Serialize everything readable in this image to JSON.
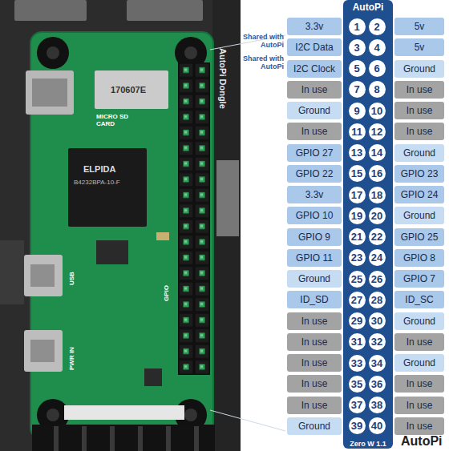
{
  "diagram": {
    "nodes": [
      {
        "text": [
          "AutoPi",
          "Zero W 1.1"
        ]
      },
      {
        "text": [
          "3.3v"
        ]
      },
      {
        "text": [
          "1"
        ],
        "in": 0
      },
      {
        "text": [
          "2"
        ],
        "in": 0
      },
      {
        "text": [
          "5v"
        ]
      },
      {
        "text": [
          "I2C Data"
        ]
      },
      {
        "text": [
          "3"
        ],
        "in": 0
      },
      {
        "text": [
          "4"
        ],
        "in": 0
      },
      {
        "text": [
          "5v"
        ]
      },
      {
        "text": [
          "I2C Clock"
        ]
      },
      {
        "text": [
          "5"
        ],
        "in": 0
      },
      {
        "text": [
          "6"
        ],
        "in": 0
      },
      {
        "text": [
          "Ground"
        ]
      },
      {
        "text": [
          "In use"
        ]
      },
      {
        "text": [
          "7"
        ],
        "in": 0
      },
      {
        "text": [
          "8"
        ],
        "in": 0
      },
      {
        "text": [
          "In use"
        ]
      },
      {
        "text": [
          "Ground"
        ]
      },
      {
        "text": [
          "9"
        ],
        "in": 0
      },
      {
        "text": [
          "10"
        ],
        "in": 0
      },
      {
        "text": [
          "In use"
        ]
      },
      {
        "text": [
          "In use"
        ]
      },
      {
        "text": [
          "11"
        ],
        "in": 0
      },
      {
        "text": [
          "12"
        ],
        "in": 0
      },
      {
        "text": [
          "In use"
        ]
      },
      {
        "text": [
          "GPIO 27"
        ]
      },
      {
        "text": [
          "13"
        ],
        "in": 0
      },
      {
        "text": [
          "14"
        ],
        "in": 0
      },
      {
        "text": [
          "Ground"
        ]
      },
      {
        "text": [
          "GPIO 22"
        ]
      },
      {
        "text": [
          "15"
        ],
        "in": 0
      },
      {
        "text": [
          "16"
        ],
        "in": 0
      },
      {
        "text": [
          "GPIO 23"
        ]
      },
      {
        "text": [
          "3.3v"
        ]
      },
      {
        "text": [
          "17"
        ],
        "in": 0
      },
      {
        "text": [
          "18"
        ],
        "in": 0
      },
      {
        "text": [
          "GPIO 24"
        ]
      },
      {
        "text": [
          "GPIO 10"
        ]
      },
      {
        "text": [
          "19"
        ],
        "in": 0
      },
      {
        "text": [
          "20"
        ],
        "in": 0
      },
      {
        "text": [
          "Ground"
        ]
      },
      {
        "text": [
          "GPIO 9"
        ]
      },
      {
        "text": [
          "21"
        ],
        "in": 0
      },
      {
        "text": [
          "22"
        ],
        "in": 0
      },
      {
        "text": [
          "GPIO 25"
        ]
      },
      {
        "text": [
          "GPIO 11"
        ]
      },
      {
        "text": [
          "23"
        ],
        "in": 0
      },
      {
        "text": [
          "24"
        ],
        "in": 0
      },
      {
        "text": [
          "GPIO 8"
        ]
      },
      {
        "text": [
          "Ground"
        ]
      },
      {
        "text": [
          "25"
        ],
        "in": 0
      },
      {
        "text": [
          "26"
        ],
        "in": 0
      },
      {
        "text": [
          "GPIO 7"
        ]
      },
      {
        "text": [
          "ID_SD"
        ]
      },
      {
        "text": [
          "27"
        ],
        "in": 0
      },
      {
        "text": [
          "28"
        ],
        "in": 0
      },
      {
        "text": [
          "ID_SC"
        ]
      },
      {
        "text": [
          "In use"
        ]
      },
      {
        "text": [
          "29"
        ],
        "in": 0
      },
      {
        "text": [
          "30"
        ],
        "in": 0
      },
      {
        "text": [
          "Ground"
        ]
      },
      {
        "text": [
          "In use"
        ]
      },
      {
        "text": [
          "31"
        ],
        "in": 0
      },
      {
        "text": [
          "32"
        ],
        "in": 0
      },
      {
        "text": [
          "In use"
        ]
      },
      {
        "text": [
          "In use"
        ]
      },
      {
        "text": [
          "33"
        ],
        "in": 0
      },
      {
        "text": [
          "34"
        ],
        "in": 0
      },
      {
        "text": [
          "Ground"
        ]
      },
      {
        "text": [
          "In use"
        ]
      },
      {
        "text": [
          "35"
        ],
        "in": 0
      },
      {
        "text": [
          "36"
        ],
        "in": 0
      },
      {
        "text": [
          "In use"
        ]
      },
      {
        "text": [
          "In use"
        ]
      },
      {
        "text": [
          "37"
        ],
        "in": 0
      },
      {
        "text": [
          "38"
        ],
        "in": 0
      },
      {
        "text": [
          "In use"
        ]
      },
      {
        "text": [
          "Ground"
        ]
      },
      {
        "text": [
          "39"
        ],
        "in": 0
      },
      {
        "text": [
          "40"
        ],
        "in": 0
      },
      {
        "text": [
          "In use"
        ]
      }
    ],
    "labels": [
      "Shared with AutoPi",
      "Shared with AutoPi",
      "AutoPi Dongle",
      "170607E",
      "MICRO SD CARD",
      "ELPIDA",
      "B4232BPA-10-F",
      "USB",
      "PWR IN",
      "GPIO",
      "AutoPi"
    ]
  }
}
